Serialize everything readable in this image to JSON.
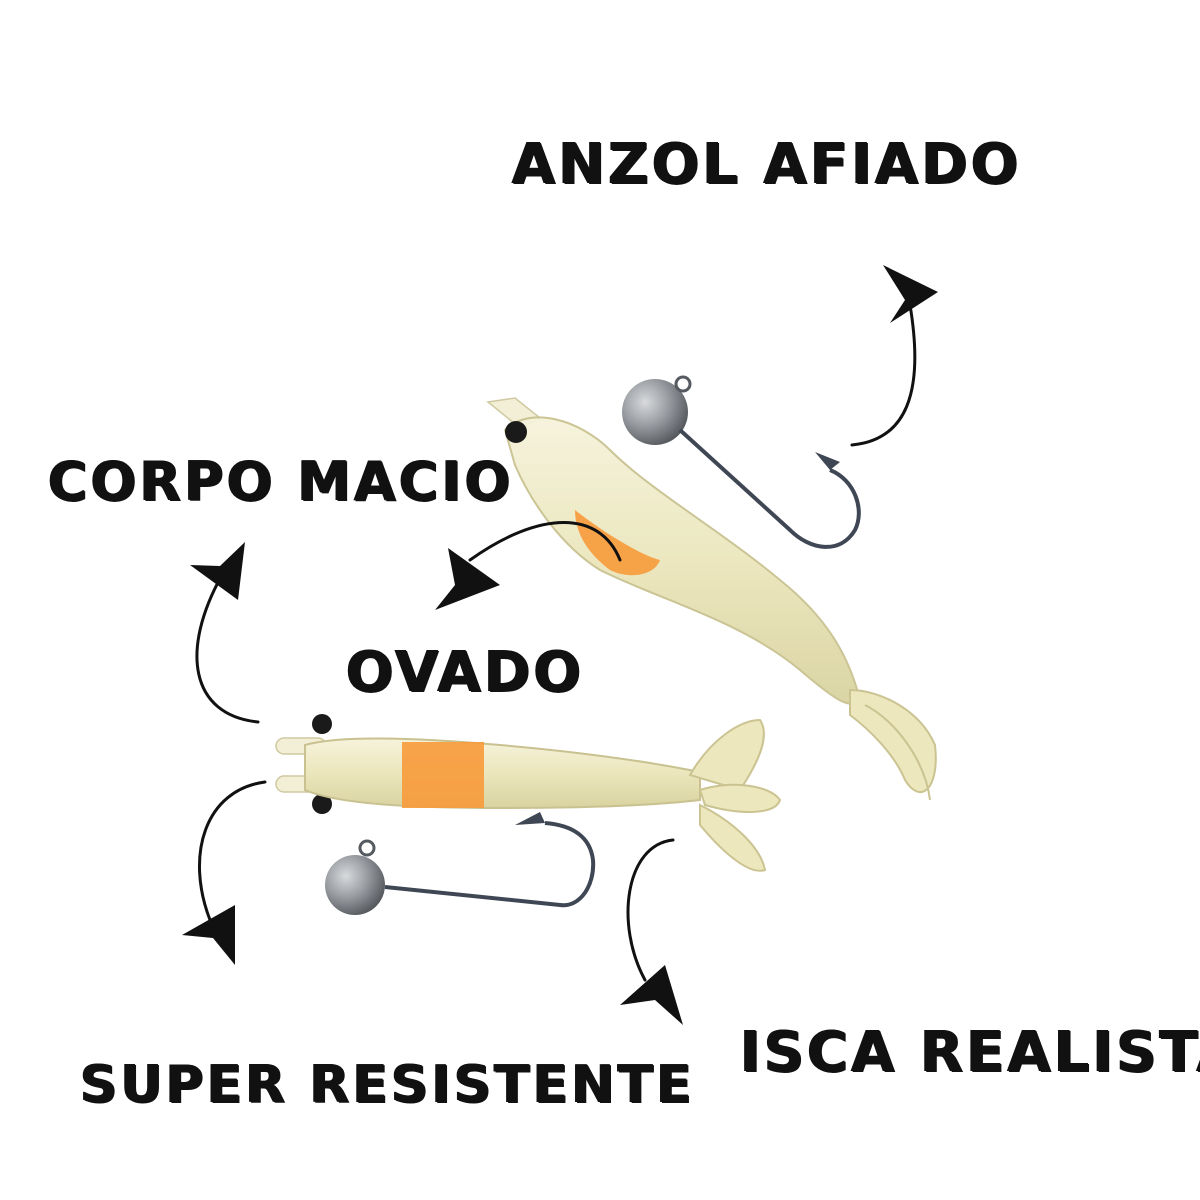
{
  "labels": {
    "sharp_hook": "ANZOL AFIADO",
    "soft_body": "CORPO MACIO",
    "egg": "OVADO",
    "super_resistant": "SUPER RESISTENTE",
    "realistic_bait": "ISCA REALISTA"
  },
  "colors": {
    "body_translucent": "#ede9c2",
    "body_edge": "#c9c190",
    "egg_orange": "#f79a3a",
    "eye": "#1a1a1a",
    "jig_head": "#8d9196",
    "hook": "#3f4654",
    "ink": "#111111"
  }
}
